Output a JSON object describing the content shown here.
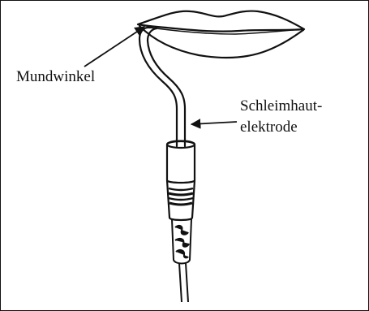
{
  "labels": {
    "mouth_corner": "Mundwinkel",
    "mucosa_electrode_line1": "Schleimhaut-",
    "mucosa_electrode_line2": "elektrode"
  },
  "colors": {
    "ink": "#111111",
    "background": "#ffffff"
  }
}
